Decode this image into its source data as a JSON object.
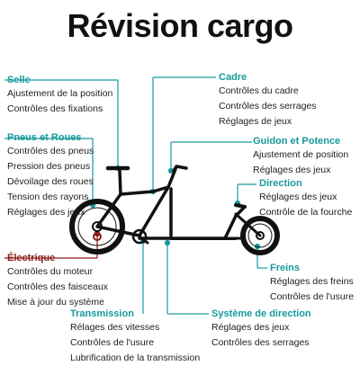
{
  "title": "Révision cargo",
  "colors": {
    "accent": "#179a9c",
    "electric": "#8b1b1b",
    "frame": "#111111"
  },
  "sections": {
    "selle": {
      "title": "Selle",
      "items": [
        "Ajustement de la position",
        "Contrôles des fixations"
      ]
    },
    "pneus": {
      "title": "Pneus et Roues",
      "items": [
        "Contrôles des pneus",
        "Pression des pneus",
        "Dévoilage des roues",
        "Tension des rayons",
        "Réglages des jeux"
      ]
    },
    "electrique": {
      "title": "Électrique",
      "items": [
        "Contrôles du moteur",
        "Contrôles des faisceaux",
        "Mise à jour du système"
      ]
    },
    "transmission": {
      "title": "Transmission",
      "items": [
        "Rélages des vitesses",
        "Contrôles de l'usure",
        "Lubrification de la transmission"
      ]
    },
    "cadre": {
      "title": "Cadre",
      "items": [
        "Contrôles du cadre",
        "Contrôles des serrages",
        "Réglages de jeux"
      ]
    },
    "guidon": {
      "title": "Guidon et Potence",
      "items": [
        "Ajustement de position",
        "Réglages des jeux"
      ]
    },
    "direction": {
      "title": "Direction",
      "items": [
        "Réglages des jeux",
        "Contrôle de  la fourche"
      ]
    },
    "freins": {
      "title": "Freins",
      "items": [
        "Réglages des freins",
        "Contrôles de l'usure"
      ]
    },
    "systeme": {
      "title": "Système de direction",
      "items": [
        "Réglages des jeux",
        "Contrôles des serrages"
      ]
    }
  }
}
